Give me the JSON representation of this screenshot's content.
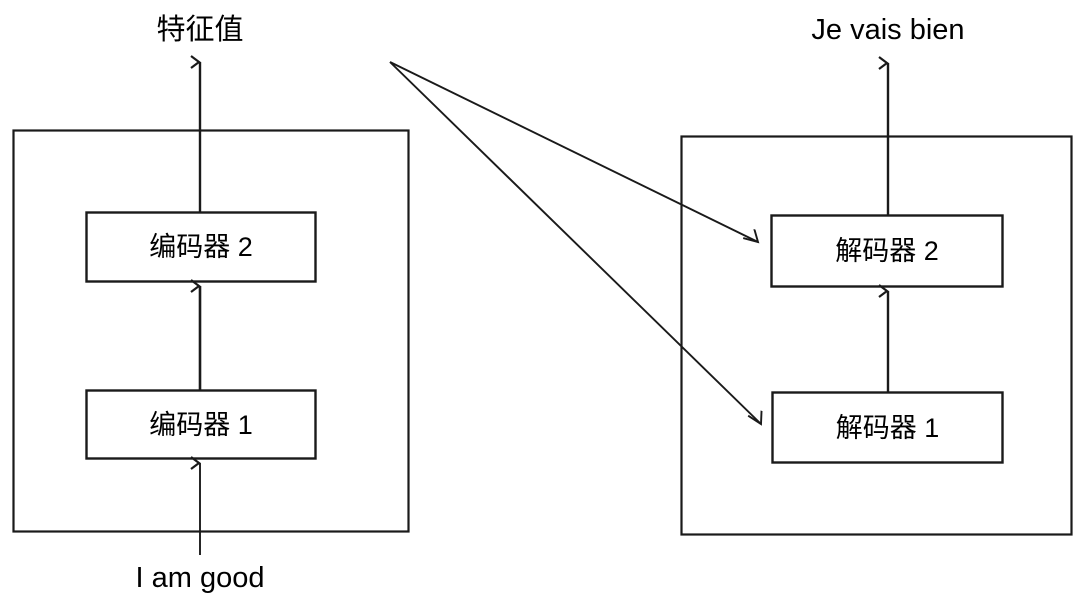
{
  "diagram": {
    "title_top_left": "特征值",
    "title_top_right": "Je vais bien",
    "input_bottom_left": "I am good",
    "colors": {
      "stroke": "#1a1a1a",
      "background": "#ffffff",
      "text": "#000000"
    },
    "encoder_group": {
      "name": "encoder-stack",
      "boxes": [
        {
          "label": "编码器 2",
          "index": 2
        },
        {
          "label": "编码器 1",
          "index": 1
        }
      ]
    },
    "decoder_group": {
      "name": "decoder-stack",
      "boxes": [
        {
          "label": "解码器 2",
          "index": 2
        },
        {
          "label": "解码器 1",
          "index": 1
        }
      ]
    },
    "connections": [
      {
        "from": "I am good",
        "to": "编码器 1",
        "style": "arrow-up"
      },
      {
        "from": "编码器 1",
        "to": "编码器 2",
        "style": "arrow-up"
      },
      {
        "from": "编码器 2",
        "to": "特征值",
        "style": "arrow-up"
      },
      {
        "from": "特征值",
        "to": "解码器 2",
        "style": "arrow-diagonal"
      },
      {
        "from": "特征值",
        "to": "解码器 1",
        "style": "arrow-diagonal"
      },
      {
        "from": "解码器 1",
        "to": "解码器 2",
        "style": "arrow-up"
      },
      {
        "from": "解码器 2",
        "to": "Je vais bien",
        "style": "arrow-up"
      }
    ]
  }
}
